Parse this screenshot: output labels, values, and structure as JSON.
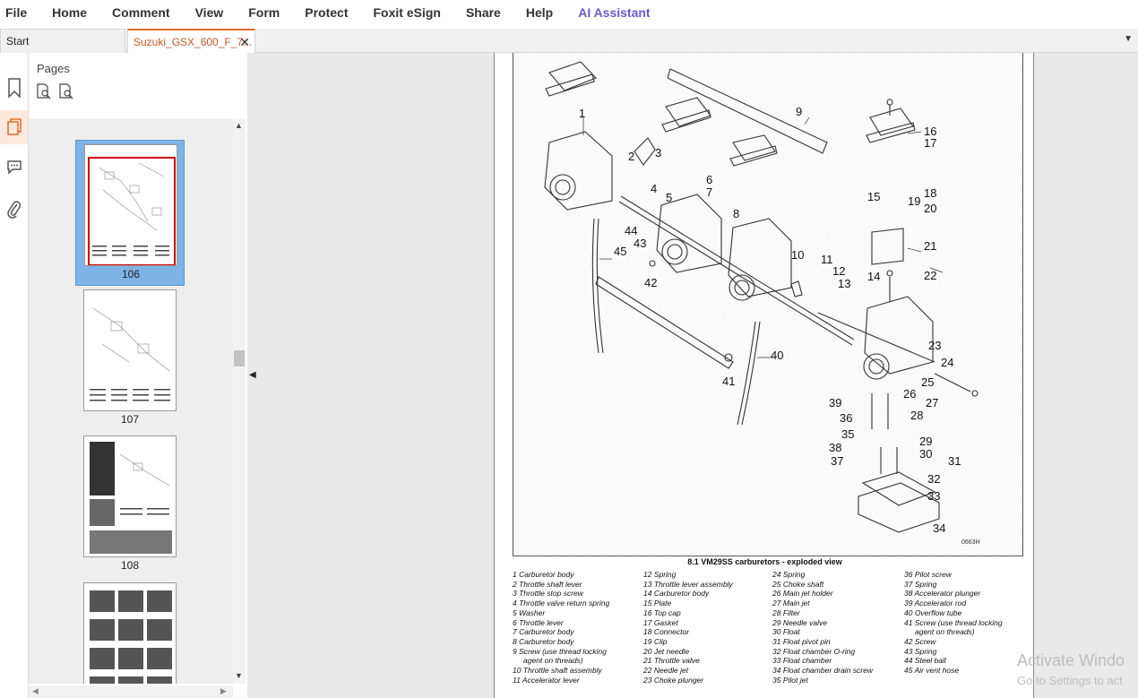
{
  "menu": [
    "File",
    "Home",
    "Comment",
    "View",
    "Form",
    "Protect",
    "Foxit eSign",
    "Share",
    "Help",
    "AI Assistant"
  ],
  "tabs": {
    "start": "Start",
    "document": "Suzuki_GSX_600_F_7..."
  },
  "panel": {
    "title": "Pages",
    "pages": [
      "106",
      "107",
      "108"
    ]
  },
  "figure": {
    "caption": "8.1  VM29SS carburetors - exploded view",
    "code": "0663H",
    "callouts": [
      "1",
      "2",
      "3",
      "4",
      "5",
      "6",
      "7",
      "8",
      "9",
      "10",
      "11",
      "12",
      "13",
      "14",
      "15",
      "16",
      "17",
      "18",
      "19",
      "20",
      "21",
      "22",
      "23",
      "24",
      "25",
      "26",
      "27",
      "28",
      "29",
      "30",
      "31",
      "32",
      "33",
      "34",
      "35",
      "36",
      "37",
      "38",
      "39",
      "40",
      "41",
      "42",
      "43",
      "44",
      "45"
    ]
  },
  "legend": {
    "col1": [
      "1 Carburetor body",
      "2 Throttle shaft lever",
      "3 Throttle stop screw",
      "4 Throttle valve return spring",
      "5 Washer",
      "6 Throttle lever",
      "7 Carburetor body",
      "8 Carburetor body",
      "9 Screw (use thread locking",
      "agent on threads)",
      "10 Throttle shaft assembly",
      "11 Accelerator lever"
    ],
    "col2": [
      "12 Spring",
      "13 Throttle lever assembly",
      "14 Carburetor body",
      "15 Plate",
      "16 Top cap",
      "17 Gasket",
      "18 Connector",
      "19 Clip",
      "20 Jet needle",
      "21 Throttle valve",
      "22 Needle jet",
      "23 Choke plunger"
    ],
    "col3": [
      "24 Spring",
      "25 Choke shaft",
      "26 Main jet holder",
      "27 Main jet",
      "28 Filter",
      "29 Needle valve",
      "30 Float",
      "31 Float pivot pin",
      "32 Float chamber O-ring",
      "33 Float chamber",
      "34 Float chamber drain screw",
      "35 Pilot jet"
    ],
    "col4": [
      "36 Pilot screw",
      "37 Spring",
      "38 Accelerator plunger",
      "39 Accelerator rod",
      "40 Overflow tube",
      "41 Screw (use thread locking",
      "agent on threads)",
      "42 Screw",
      "43 Spring",
      "44 Steel ball",
      "45 Air vent hose"
    ]
  },
  "watermark": {
    "line1": "Activate Windo",
    "line2": "Go to Settings to act"
  }
}
